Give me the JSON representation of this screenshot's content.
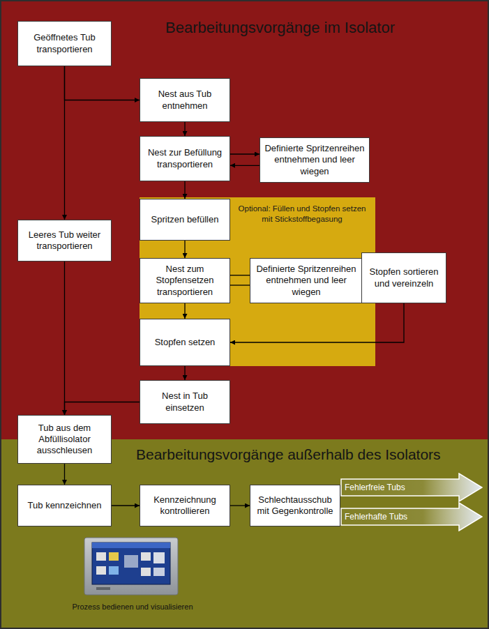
{
  "diagram": {
    "nodes": [
      {
        "text": [
          "Bearbeitungsvorgänge im Isolator"
        ]
      },
      {
        "text": [
          "Geöffnetes Tub transportieren"
        ],
        "in": 0
      },
      {
        "text": [
          "Nest aus Tub entnehmen"
        ],
        "in": 0
      },
      {
        "text": [
          "Nest zur Befüllung transportieren"
        ],
        "in": 0
      },
      {
        "text": [
          "Definierte Spritzenreihen entnehmen und leer wiegen"
        ],
        "in": 0
      },
      {
        "text": [
          "Optional: Füllen und Stopfen setzen mit Stickstoffbegasung"
        ],
        "in": 0
      },
      {
        "text": [
          "Spritzen befüllen"
        ],
        "in": 5
      },
      {
        "text": [
          "Nest zum Stopfensetzen transportieren"
        ],
        "in": 5
      },
      {
        "text": [
          "Definierte Spritzenreihen entnehmen und leer wiegen"
        ],
        "in": 5
      },
      {
        "text": [
          "Stopfen setzen"
        ],
        "in": 5
      },
      {
        "text": [
          "Leeres Tub weiter transportieren"
        ],
        "in": 0
      },
      {
        "text": [
          "Stopfen sortieren und vereinzeln"
        ],
        "in": 0
      },
      {
        "text": [
          "Nest in Tub einsetzen"
        ],
        "in": 0
      },
      {
        "text": [
          "Tub aus dem Abfüllisolator ausschleusen"
        ],
        "in": 0
      },
      {
        "text": [
          "Bearbeitungsvorgänge außerhalb des Isolators"
        ]
      },
      {
        "text": [
          "Tub kennzeichnen"
        ],
        "in": 14
      },
      {
        "text": [
          "Kennzeichnung kontrollieren"
        ],
        "in": 14
      },
      {
        "text": [
          "Schlechtausschub mit Gegenkontrolle"
        ],
        "in": 14
      },
      {
        "text": [
          "Fehlerfreie Tubs"
        ],
        "in": 14
      },
      {
        "text": [
          "Fehlerhafte Tubs"
        ],
        "in": 14
      }
    ],
    "edges": [
      {
        "from": 1,
        "to": 2,
        "arrow": "to"
      },
      {
        "from": 1,
        "to": 10,
        "arrow": "to"
      },
      {
        "from": 2,
        "to": 3,
        "arrow": "to"
      },
      {
        "from": 3,
        "to": 4,
        "arrow": "to"
      },
      {
        "from": 4,
        "to": 3,
        "arrow": "to"
      },
      {
        "from": 3,
        "to": 6,
        "arrow": "to"
      },
      {
        "from": 6,
        "to": 7,
        "arrow": "to"
      },
      {
        "from": 7,
        "to": 8,
        "arrow": "none"
      },
      {
        "from": 7,
        "to": 8,
        "arrow": "none"
      },
      {
        "from": 7,
        "to": 9,
        "arrow": "to"
      },
      {
        "from": 11,
        "to": 9,
        "arrow": "to"
      },
      {
        "from": 9,
        "to": 12,
        "arrow": "to"
      },
      {
        "from": 10,
        "to": 13,
        "arrow": "to"
      },
      {
        "from": 12,
        "to": 13,
        "arrow": "to"
      },
      {
        "from": 13,
        "to": 15,
        "arrow": "to"
      },
      {
        "from": 15,
        "to": 16,
        "arrow": "to"
      },
      {
        "from": 16,
        "to": 17,
        "arrow": "to"
      }
    ],
    "labels": [
      "Prozess bedienen und visualisieren"
    ]
  }
}
